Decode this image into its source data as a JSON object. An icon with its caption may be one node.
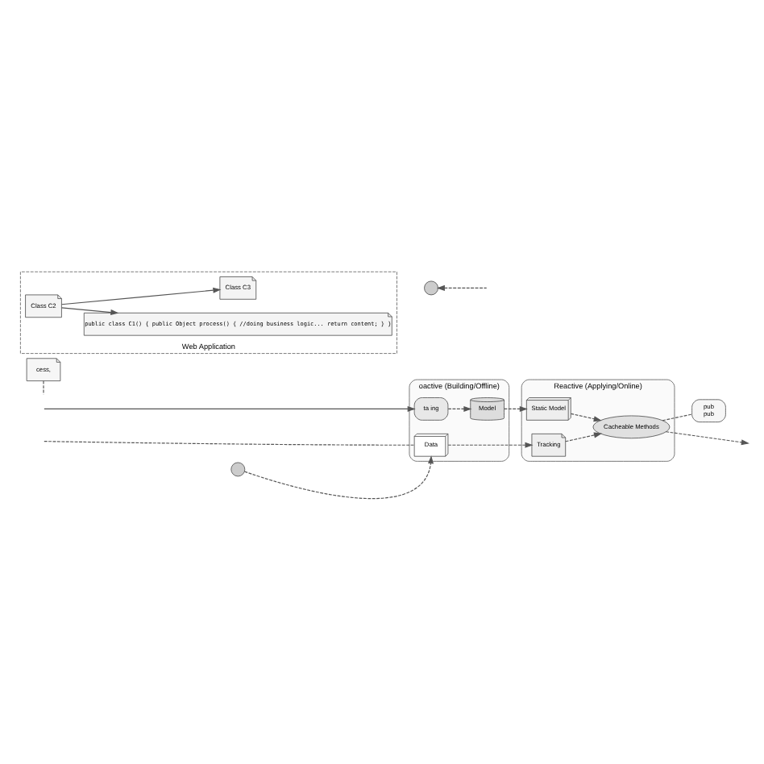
{
  "diagram": {
    "nodes": [
      {
        "text": [
          "oactive (Building/Offline)"
        ]
      },
      {
        "text": [
          "ta ing"
        ],
        "in": 0
      },
      {
        "text": [
          "Model"
        ],
        "in": 0
      },
      {
        "text": [
          "Data"
        ],
        "in": 0
      },
      {
        "text": [
          "Reactive (Applying/Online)"
        ]
      },
      {
        "text": [
          "Static Model"
        ],
        "in": 4
      },
      {
        "text": [
          "Tracking"
        ],
        "in": 4
      },
      {
        "text": [
          "Cacheable Methods"
        ],
        "in": 4
      },
      {
        "text": [
          "pub",
          "pub"
        ]
      },
      {
        "text": [
          "cess,"
        ]
      },
      {
        "text": [
          "Web Application"
        ]
      },
      {
        "text": [],
        "shape": "circle"
      },
      {
        "text": [
          "public class C1() { public Object process() { //doing business logic... return content; } }"
        ],
        "in": 10
      },
      {
        "text": [
          "Class C2"
        ],
        "in": 10
      },
      {
        "text": [
          "Class C3"
        ],
        "in": 10
      },
      {
        "text": [],
        "shape": "circle"
      }
    ],
    "edges": [
      {
        "from": null,
        "to": 1,
        "arrow": "to"
      },
      {
        "from": 1,
        "to": 2,
        "arrow": "to",
        "style": "dashed"
      },
      {
        "from": 2,
        "to": 5,
        "arrow": "to",
        "style": "dashed"
      },
      {
        "from": null,
        "to": 3,
        "arrow": "none",
        "style": "dashed"
      },
      {
        "from": 3,
        "to": 6,
        "arrow": "to",
        "style": "dashed"
      },
      {
        "from": 5,
        "to": 7,
        "arrow": "to",
        "style": "dashed"
      },
      {
        "from": 6,
        "to": 7,
        "arrow": "to",
        "style": "dashed"
      },
      {
        "from": 7,
        "to": null,
        "arrow": "to",
        "style": "dashed"
      },
      {
        "from": 7,
        "to": 8,
        "arrow": "none",
        "style": "dashed"
      },
      {
        "from": 11,
        "to": 3,
        "arrow": "to",
        "style": "dashed"
      },
      {
        "from": 9,
        "to": null,
        "arrow": "none",
        "style": "dashed"
      },
      {
        "from": 13,
        "to": 12,
        "arrow": "to"
      },
      {
        "from": 13,
        "to": 14,
        "arrow": "to"
      },
      {
        "from": null,
        "to": 15,
        "arrow": "to",
        "style": "dashed"
      }
    ]
  }
}
